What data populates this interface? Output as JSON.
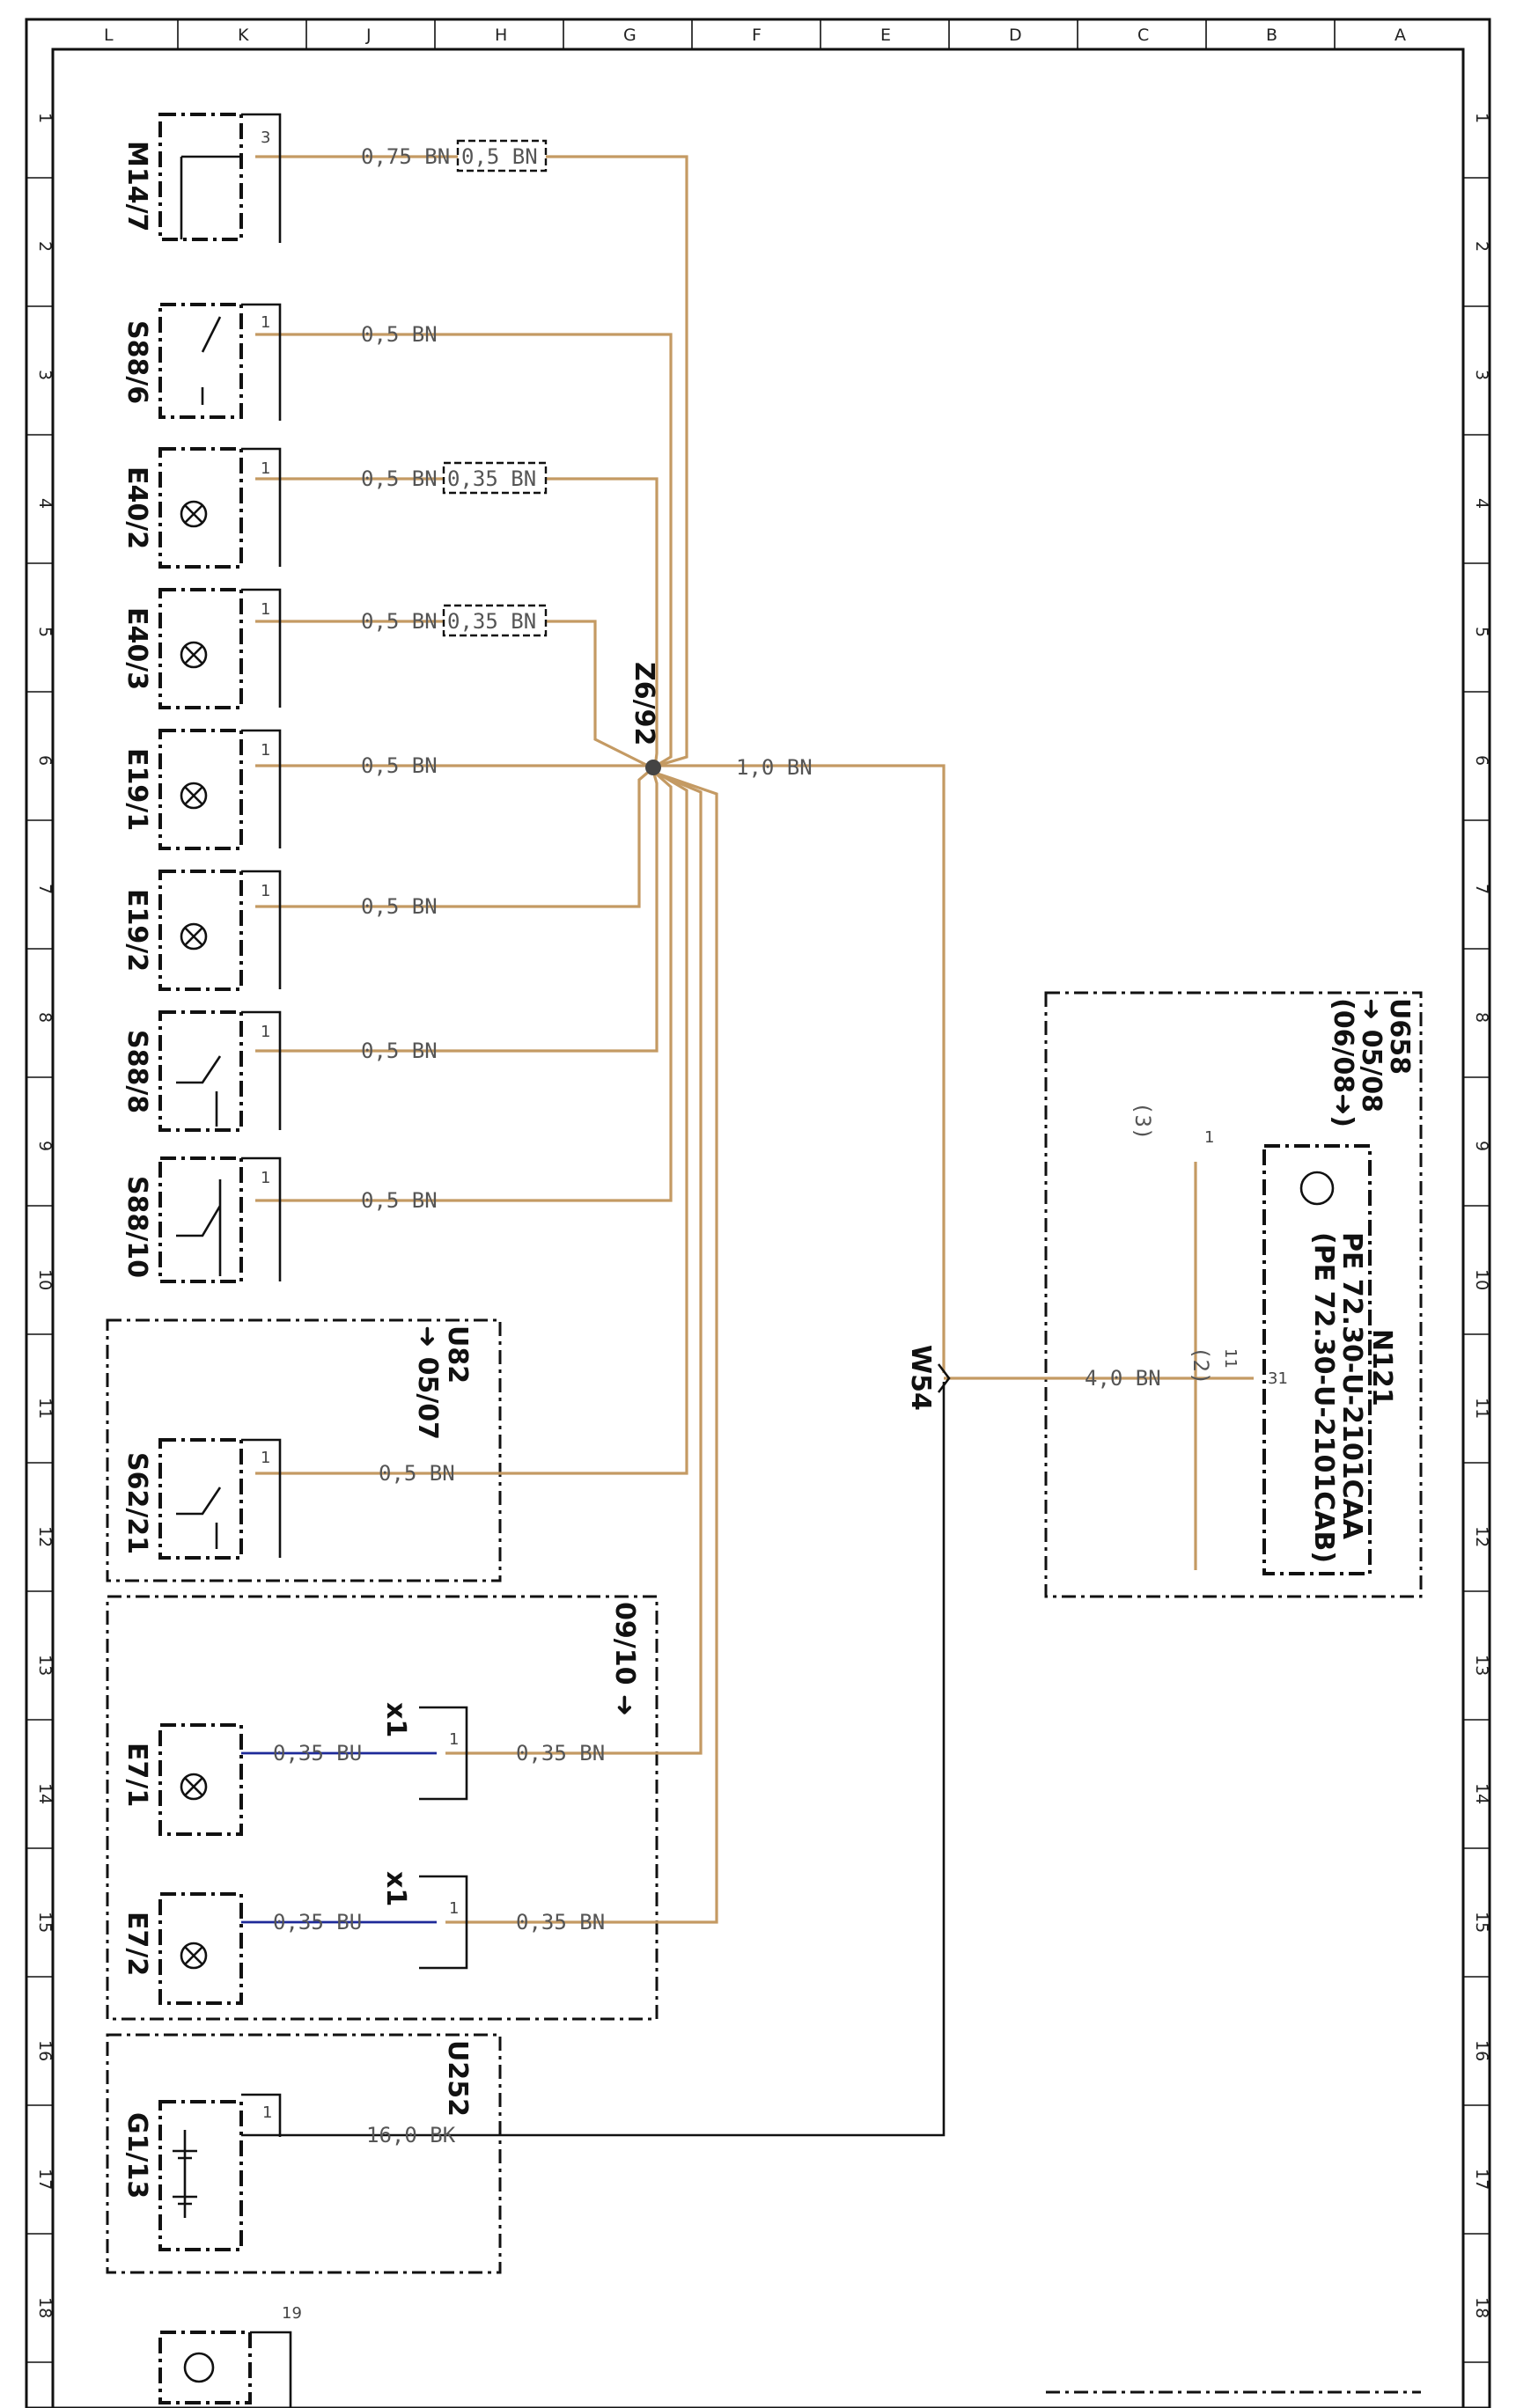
{
  "ruler_columns": [
    "L",
    "K",
    "J",
    "H",
    "G",
    "F",
    "E",
    "D",
    "C",
    "B",
    "A"
  ],
  "ruler_rows": [
    "1",
    "2",
    "3",
    "4",
    "5",
    "6",
    "7",
    "8",
    "9",
    "10",
    "11",
    "12",
    "13",
    "14",
    "15",
    "16",
    "17",
    "18"
  ],
  "components": {
    "m14_7": {
      "label": "M14/7",
      "pin": "3",
      "wire": "0,75 BN",
      "tag": "0,5 BN"
    },
    "s88_6": {
      "label": "S88/6",
      "pin": "1",
      "wire": "0,5 BN"
    },
    "e40_2": {
      "label": "E40/2",
      "pin": "1",
      "wire": "0,5 BN",
      "tag": "0,35 BN"
    },
    "e40_3": {
      "label": "E40/3",
      "pin": "1",
      "wire": "0,5 BN",
      "tag": "0,35 BN"
    },
    "e19_1": {
      "label": "E19/1",
      "pin": "1",
      "wire": "0,5 BN"
    },
    "e19_2": {
      "label": "E19/2",
      "pin": "1",
      "wire": "0,5 BN"
    },
    "s88_8": {
      "label": "S88/8",
      "pin": "1",
      "wire": "0,5 BN"
    },
    "s88_10": {
      "label": "S88/10",
      "pin": "1",
      "wire": "0,5 BN"
    },
    "s62_21": {
      "label": "S62/21",
      "pin": "1",
      "wire": "0,5 BN"
    },
    "e7_1": {
      "label": "E7/1",
      "wire_bu": "0,35 BU",
      "connector": "x1",
      "pin": "1",
      "wire_bn": "0,35 BN"
    },
    "e7_2": {
      "label": "E7/2",
      "wire_bu": "0,35 BU",
      "connector": "x1",
      "pin": "1",
      "wire_bn": "0,35 BN"
    },
    "g1_13": {
      "label": "G1/13",
      "pin": "1",
      "wire": "16,0 BK"
    },
    "bottom_part": {
      "pin": "19"
    }
  },
  "splice": {
    "label": "Z6/92",
    "out_wire": "1,0 BN"
  },
  "ground": {
    "label": "W54"
  },
  "groups": {
    "u82": {
      "label": "U82",
      "note": "➜ 05/07"
    },
    "u09": {
      "note": "09/10 ➜"
    },
    "u252": {
      "label": "U252"
    },
    "u658": {
      "label": "U658",
      "note1": "➜ 05/08",
      "note2": "(06/08➜)"
    }
  },
  "n121": {
    "label": "N121",
    "ref1": "PE 72.30-U-2101CAA",
    "ref2": "(PE 72.30-U-2101CAB)",
    "pin": "31",
    "pin_alt": "(2)",
    "pin_alt_num": "11",
    "pin_top": "1",
    "pin_top_alt": "(3)",
    "wire": "4,0 BN"
  }
}
